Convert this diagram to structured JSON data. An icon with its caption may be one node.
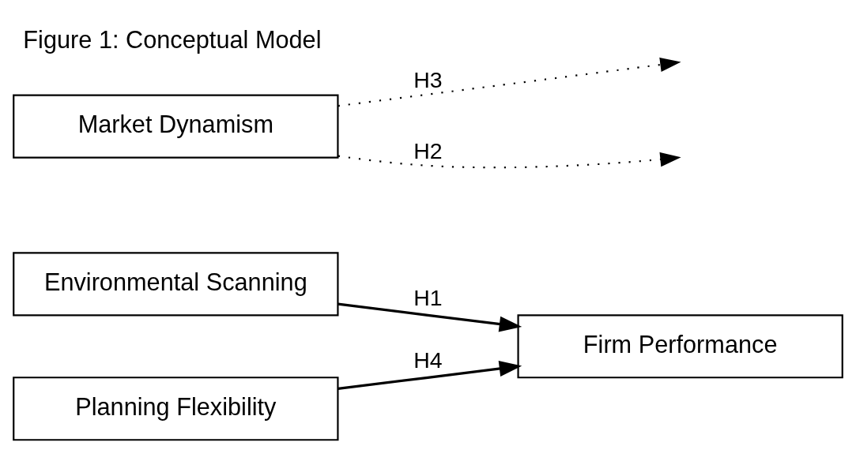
{
  "diagram": {
    "title": "Figure 1: Conceptual Model",
    "nodes": [
      {
        "text": [
          "Environmental Scanning"
        ]
      },
      {
        "text": [
          "Market Dynamism"
        ]
      },
      {
        "text": [
          "Firm Performance"
        ]
      },
      {
        "text": [
          "Planning Flexibility"
        ]
      }
    ],
    "edges": [
      {
        "from": 0,
        "to": 2,
        "arrow": "to",
        "label": "H1"
      },
      {
        "from": 1,
        "to": null,
        "arrow": "to",
        "label": "H3",
        "style": "dashed"
      },
      {
        "from": 1,
        "to": null,
        "arrow": "to",
        "label": "H2",
        "style": "dashed"
      },
      {
        "from": 3,
        "to": 2,
        "arrow": "to",
        "label": "H4"
      }
    ]
  }
}
